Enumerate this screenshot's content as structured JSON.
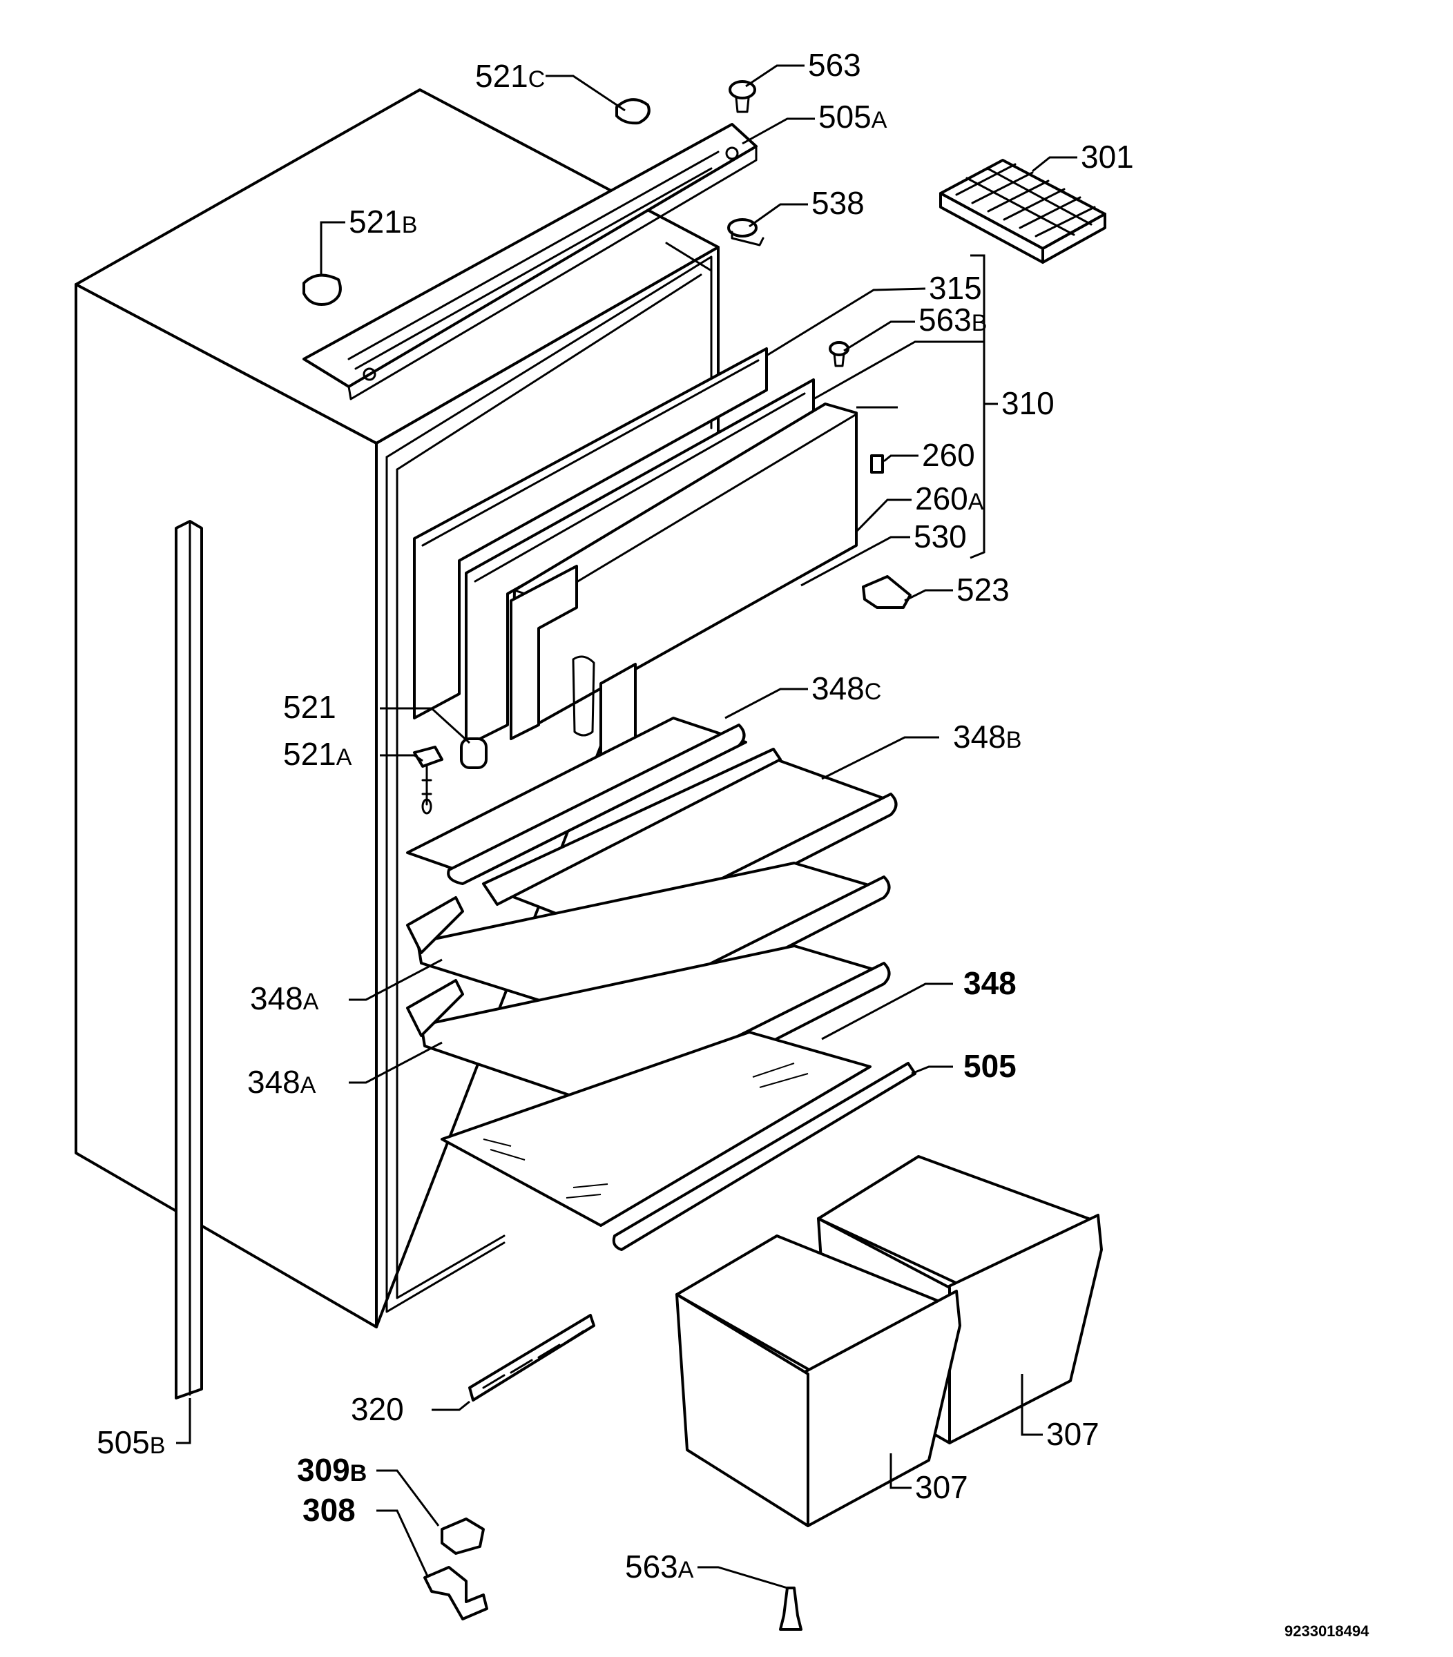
{
  "document_number": "9233018494",
  "labels": {
    "p521c": {
      "num": "521",
      "suffix": "C"
    },
    "p563": {
      "num": "563",
      "suffix": ""
    },
    "p505a": {
      "num": "505",
      "suffix": "A"
    },
    "p301": {
      "num": "301",
      "suffix": ""
    },
    "p538": {
      "num": "538",
      "suffix": ""
    },
    "p521b": {
      "num": "521",
      "suffix": "B"
    },
    "p315": {
      "num": "315",
      "suffix": ""
    },
    "p563b": {
      "num": "563",
      "suffix": "B"
    },
    "p310": {
      "num": "310",
      "suffix": ""
    },
    "p260": {
      "num": "260",
      "suffix": ""
    },
    "p260a": {
      "num": "260",
      "suffix": "A"
    },
    "p530": {
      "num": "530",
      "suffix": ""
    },
    "p523": {
      "num": "523",
      "suffix": ""
    },
    "p521": {
      "num": "521",
      "suffix": ""
    },
    "p521a": {
      "num": "521",
      "suffix": "A"
    },
    "p348c": {
      "num": "348",
      "suffix": "C"
    },
    "p348b": {
      "num": "348",
      "suffix": "B"
    },
    "p348a_1": {
      "num": "348",
      "suffix": "A"
    },
    "p348": {
      "num": "348",
      "suffix": ""
    },
    "p348a_2": {
      "num": "348",
      "suffix": "A"
    },
    "p505": {
      "num": "505",
      "suffix": ""
    },
    "p320": {
      "num": "320",
      "suffix": ""
    },
    "p307_right": {
      "num": "307",
      "suffix": ""
    },
    "p307_left": {
      "num": "307",
      "suffix": ""
    },
    "p505b": {
      "num": "505",
      "suffix": "B"
    },
    "p309b": {
      "num": "309",
      "suffix": "B"
    },
    "p308": {
      "num": "308",
      "suffix": ""
    },
    "p563a": {
      "num": "563",
      "suffix": "A"
    }
  }
}
